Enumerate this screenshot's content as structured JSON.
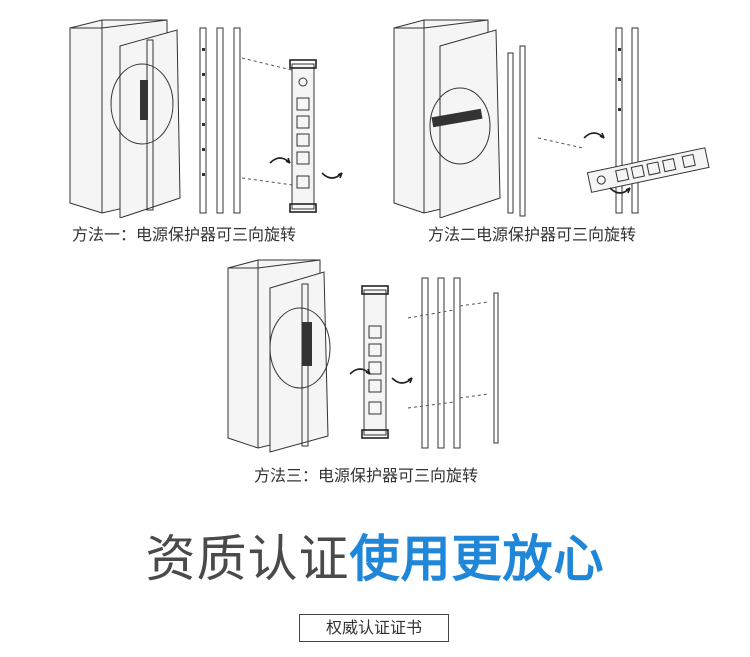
{
  "methods": [
    {
      "caption": "方法一：电源保护器可三向旋转"
    },
    {
      "caption": "方法二电源保护器可三向旋转"
    },
    {
      "caption": "方法三：电源保护器可三向旋转"
    }
  ],
  "slogan": {
    "part1": "资质认证",
    "part2": "使用更放心"
  },
  "certificate": {
    "label": "权威认证证书"
  },
  "colors": {
    "accent": "#1f86d8",
    "text": "#4a4a4a"
  }
}
